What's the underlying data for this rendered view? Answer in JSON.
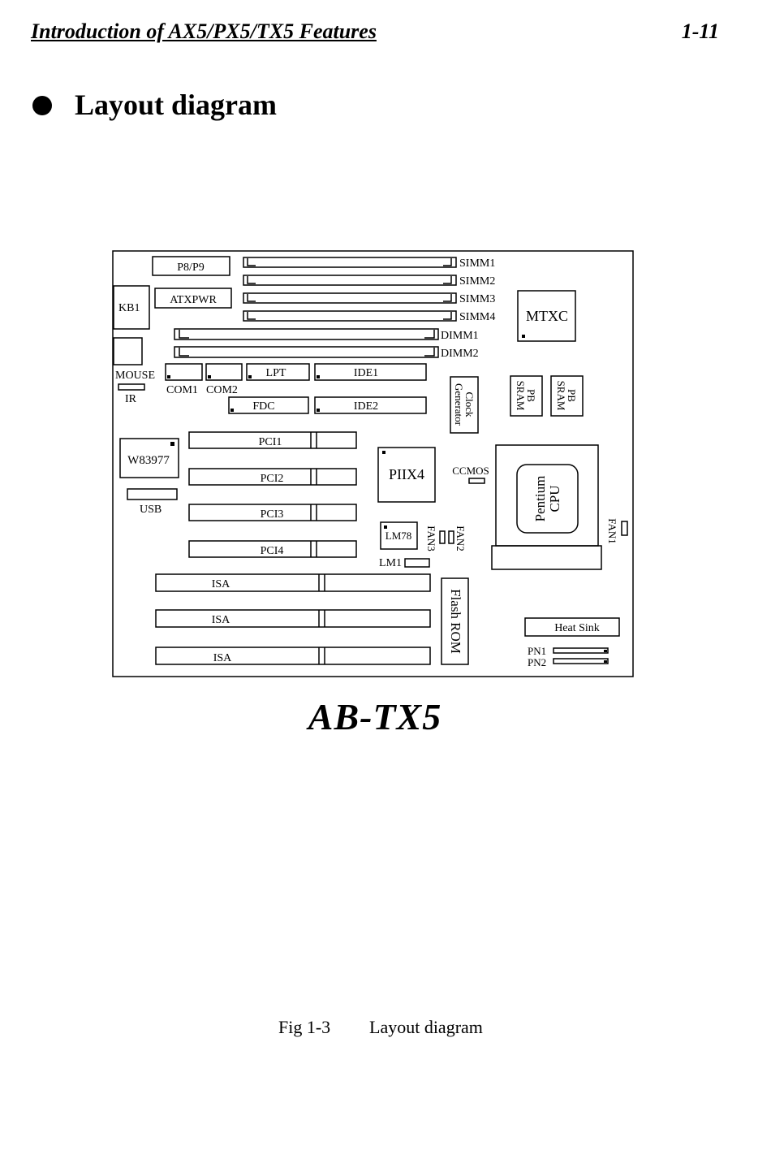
{
  "header": {
    "left": "Introduction of AX5/PX5/TX5 Features",
    "right": "1-11"
  },
  "section": {
    "title": "Layout diagram"
  },
  "diagram": {
    "model": "AB-TX5",
    "labels": {
      "p8p9": "P8/P9",
      "kb1": "KB1",
      "atxpwr": "ATXPWR",
      "simm1": "SIMM1",
      "simm2": "SIMM2",
      "simm3": "SIMM3",
      "simm4": "SIMM4",
      "dimm1": "DIMM1",
      "dimm2": "DIMM2",
      "mtxc": "MTXC",
      "mouse": "MOUSE",
      "ir": "IR",
      "com1": "COM1",
      "com2": "COM2",
      "lpt": "LPT",
      "ide1": "IDE1",
      "fdc": "FDC",
      "ide2": "IDE2",
      "clock_line1": "Clock",
      "clock_line2": "Generator",
      "pbsram_line1": "PB",
      "pbsram_line2": "SRAM",
      "w83977": "W83977",
      "usb": "USB",
      "pci1": "PCI1",
      "pci2": "PCI2",
      "pci3": "PCI3",
      "pci4": "PCI4",
      "piix4": "PIIX4",
      "ccmos": "CCMOS",
      "cpu_line1": "Pentium",
      "cpu_line2": "CPU",
      "fan1": "FAN1",
      "fan2": "FAN2",
      "fan3": "FAN3",
      "lm78": "LM78",
      "lm1": "LM1",
      "isa": "ISA",
      "flash_rom": "Flash ROM",
      "heat_sink": "Heat Sink",
      "pn1": "PN1",
      "pn2": "PN2"
    }
  },
  "caption": {
    "number": "Fig 1-3",
    "text": "Layout diagram"
  }
}
